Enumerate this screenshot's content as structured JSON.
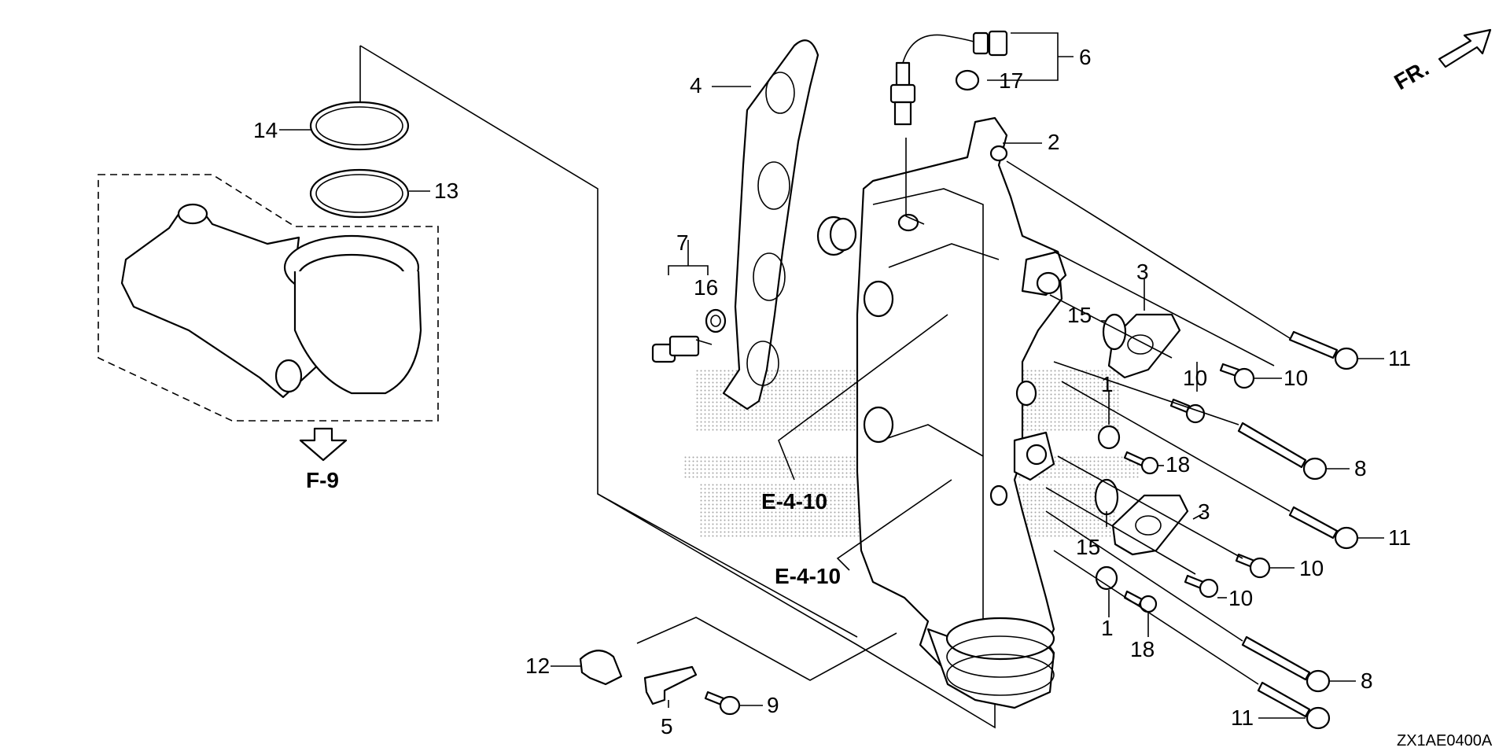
{
  "callouts": [
    {
      "id": "c1a",
      "text": "1"
    },
    {
      "id": "c1b",
      "text": "1"
    },
    {
      "id": "c2",
      "text": "2"
    },
    {
      "id": "c3a",
      "text": "3"
    },
    {
      "id": "c3b",
      "text": "3"
    },
    {
      "id": "c4",
      "text": "4"
    },
    {
      "id": "c5",
      "text": "5"
    },
    {
      "id": "c6",
      "text": "6"
    },
    {
      "id": "c7",
      "text": "7"
    },
    {
      "id": "c8a",
      "text": "8"
    },
    {
      "id": "c8b",
      "text": "8"
    },
    {
      "id": "c9",
      "text": "9"
    },
    {
      "id": "c10a",
      "text": "10"
    },
    {
      "id": "c10b",
      "text": "10"
    },
    {
      "id": "c10c",
      "text": "10"
    },
    {
      "id": "c10d",
      "text": "10"
    },
    {
      "id": "c11a",
      "text": "11"
    },
    {
      "id": "c11b",
      "text": "11"
    },
    {
      "id": "c11c",
      "text": "11"
    },
    {
      "id": "c12",
      "text": "12"
    },
    {
      "id": "c13",
      "text": "13"
    },
    {
      "id": "c14",
      "text": "14"
    },
    {
      "id": "c15a",
      "text": "15"
    },
    {
      "id": "c15b",
      "text": "15"
    },
    {
      "id": "c16",
      "text": "16"
    },
    {
      "id": "c17",
      "text": "17"
    },
    {
      "id": "c18a",
      "text": "18"
    },
    {
      "id": "c18b",
      "text": "18"
    }
  ],
  "refs": {
    "f9": "F-9",
    "e410a": "E-4-10",
    "e410b": "E-4-10"
  },
  "front_label": "FR.",
  "diagram_code": "ZX1AE0400A"
}
